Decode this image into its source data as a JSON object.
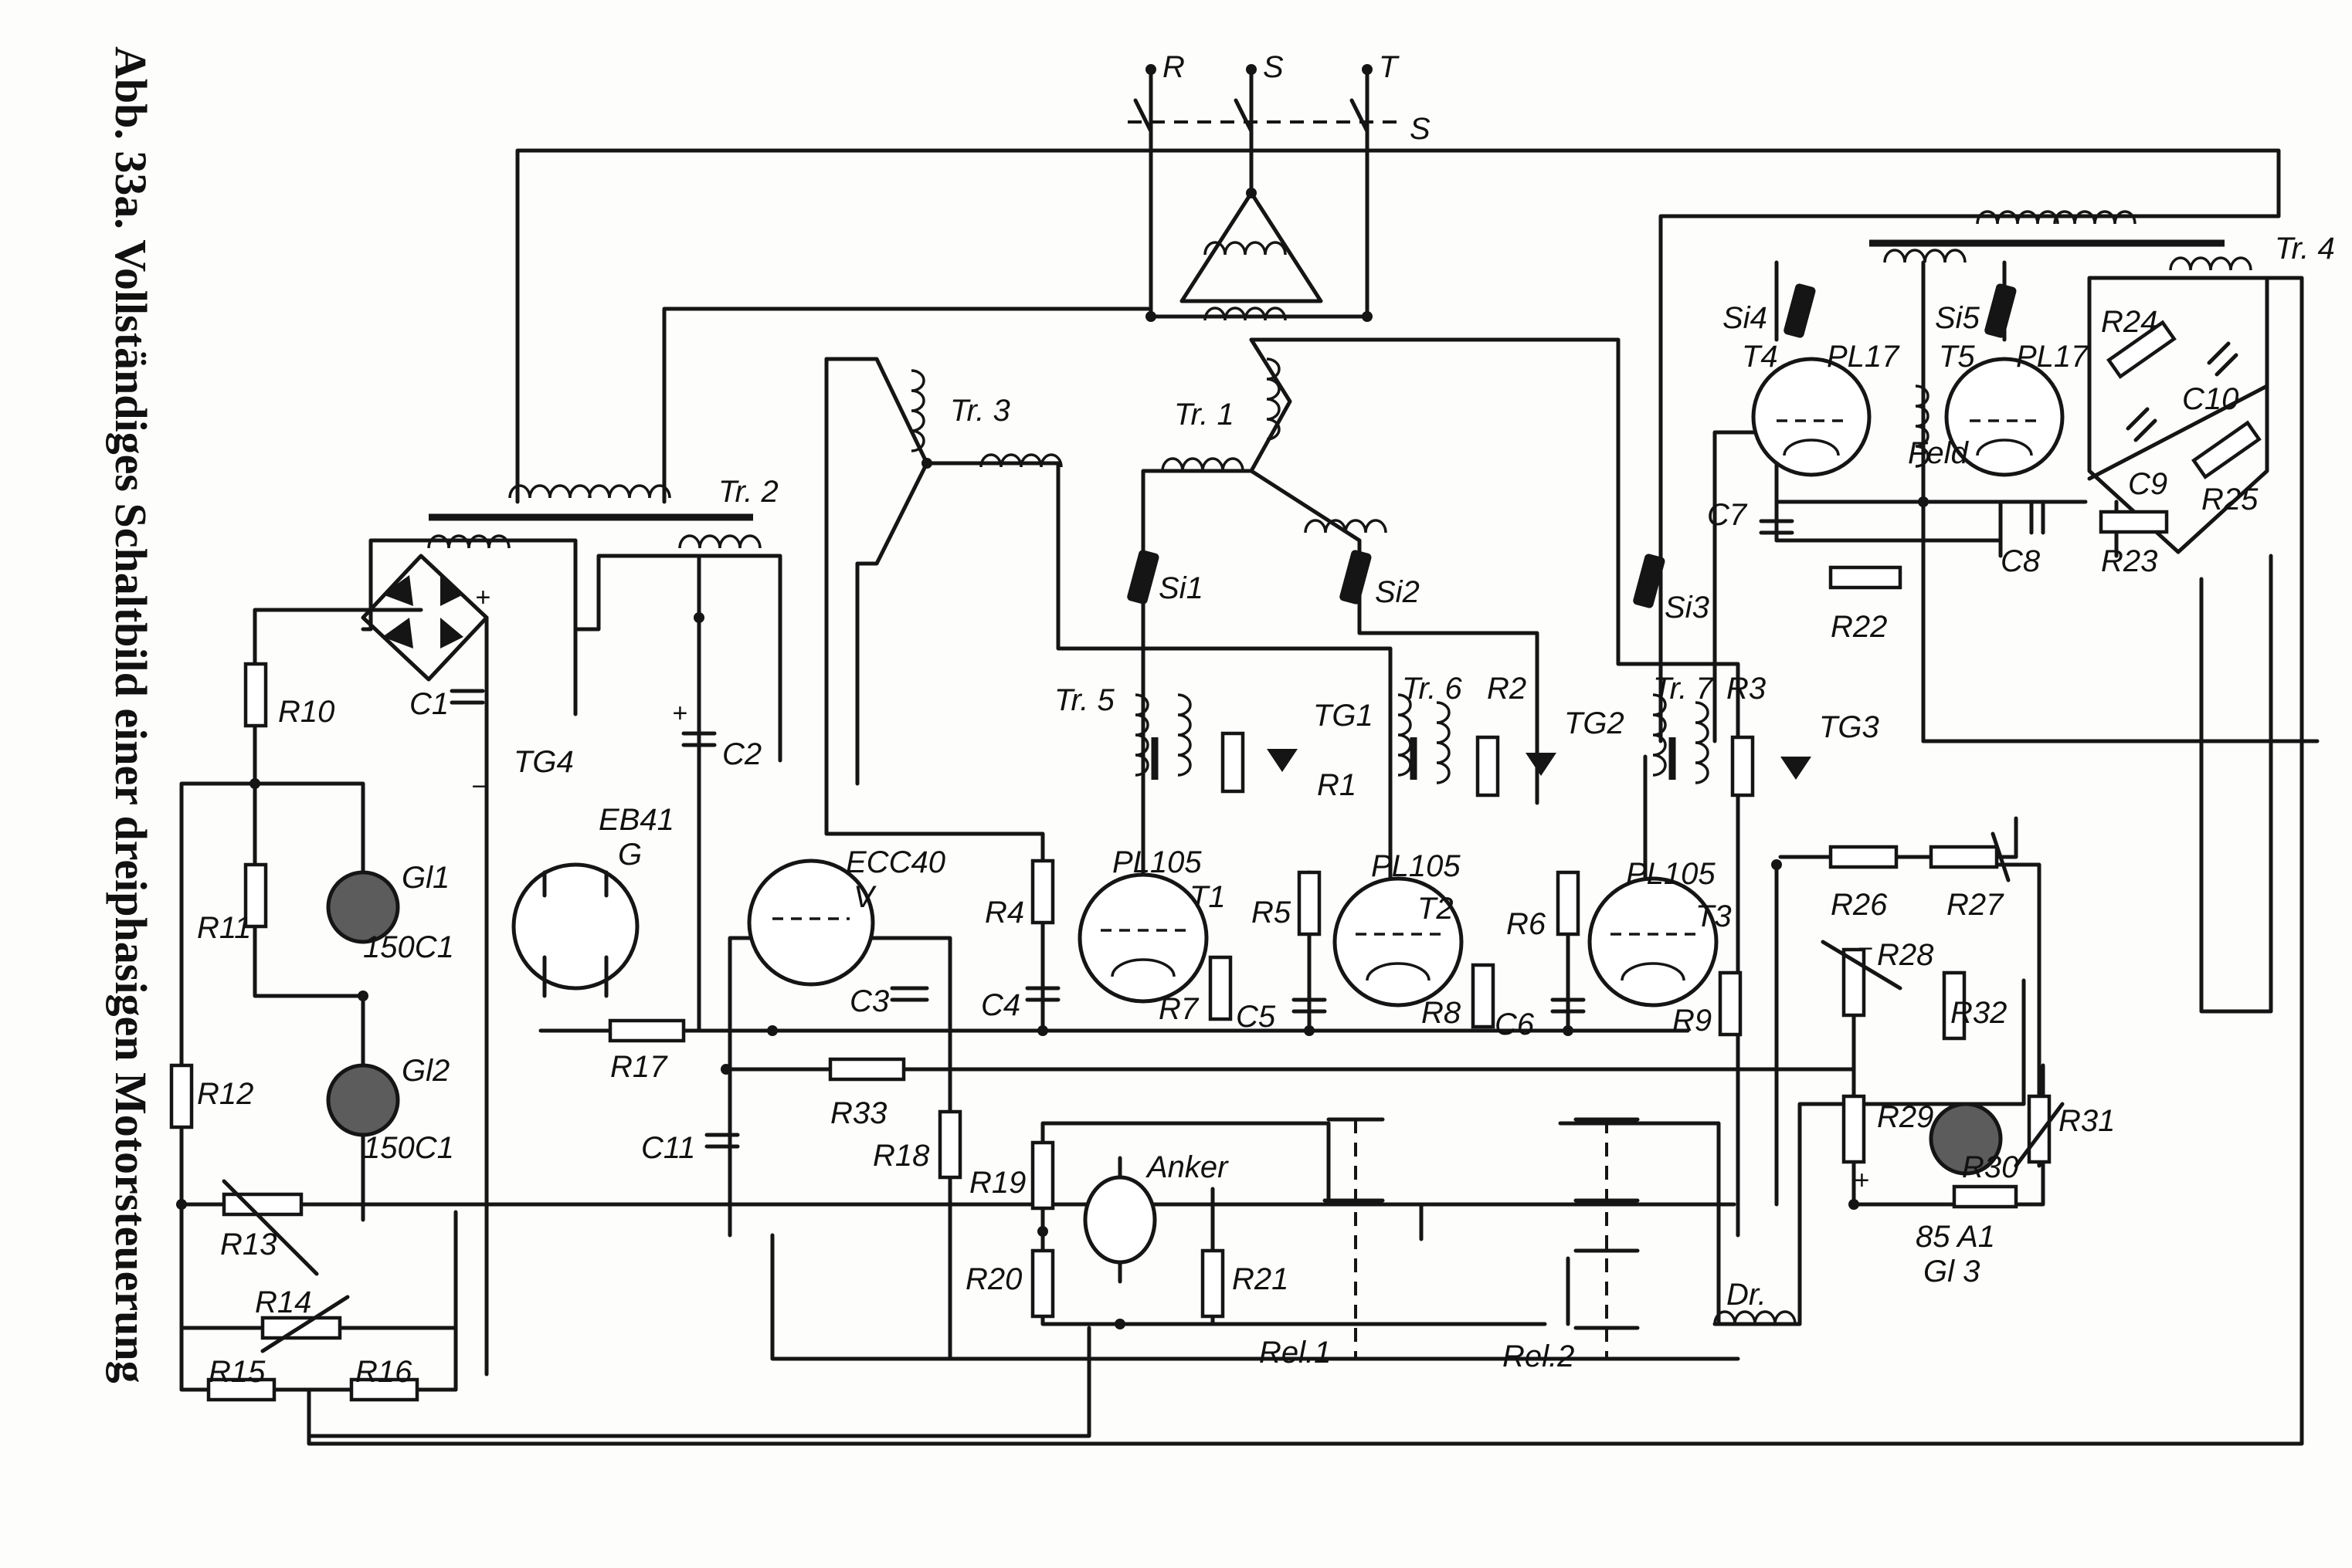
{
  "caption": "Abb. 33a. Vollständiges Schaltbild einer dreiphasigen Motorsteuerung",
  "mains": {
    "r": "R",
    "s": "S",
    "t": "T",
    "switch": "S"
  },
  "transformers": {
    "tr1": "Tr. 1",
    "tr2": "Tr. 2",
    "tr3": "Tr. 3",
    "tr4": "Tr. 4",
    "tr5": "Tr. 5",
    "tr6": "Tr. 6",
    "tr7": "Tr. 7"
  },
  "fuses": {
    "si1": "Si1",
    "si2": "Si2",
    "si3": "Si3",
    "si4": "Si4",
    "si5": "Si5"
  },
  "tubes": {
    "t4": {
      "id": "T4",
      "type": "PL17"
    },
    "t5": {
      "id": "T5",
      "type": "PL17"
    },
    "t1": {
      "id": "T1",
      "type": "PL105"
    },
    "t2": {
      "id": "T2",
      "type": "PL105"
    },
    "t3": {
      "id": "T3",
      "type": "PL105"
    },
    "eb41": {
      "type": "EB41",
      "id": "G"
    },
    "ecc40": {
      "type": "ECC40",
      "id": "V"
    }
  },
  "glow_tubes": {
    "gl1": {
      "id": "Gl1",
      "type": "150C1"
    },
    "gl2": {
      "id": "Gl2",
      "type": "150C1"
    },
    "gl3": {
      "id": "Gl 3",
      "type": "85 A1"
    }
  },
  "rectifiers": {
    "tg1": "TG1",
    "tg2": "TG2",
    "tg3": "TG3",
    "tg4": "TG4"
  },
  "resistors": {
    "r1": "R1",
    "r2": "R2",
    "r3": "R3",
    "r4": "R4",
    "r5": "R5",
    "r6": "R6",
    "r7": "R7",
    "r8": "R8",
    "r9": "R9",
    "r10": "R10",
    "r11": "R11",
    "r12": "R12",
    "r13": "R13",
    "r14": "R14",
    "r15": "R15",
    "r16": "R16",
    "r17": "R17",
    "r18": "R18",
    "r19": "R19",
    "r20": "R20",
    "r21": "R21",
    "r22": "R22",
    "r23": "R23",
    "r24": "R24",
    "r25": "R25",
    "r26": "R26",
    "r27": "R27",
    "r28": "R28",
    "r29": "R29",
    "r30": "R30",
    "r31": "R31",
    "r32": "R32",
    "r33": "R33"
  },
  "capacitors": {
    "c1": "C1",
    "c2": "C2",
    "c3": "C3",
    "c4": "C4",
    "c5": "C5",
    "c6": "C6",
    "c7": "C7",
    "c8": "C8",
    "c9": "C9",
    "c10": "C10",
    "c11": "C11"
  },
  "others": {
    "feld": "Feld",
    "anker": "Anker",
    "dr": "Dr.",
    "rel1": "Rel.1",
    "rel2": "Rel.2",
    "plus": "+",
    "minus": "−"
  }
}
